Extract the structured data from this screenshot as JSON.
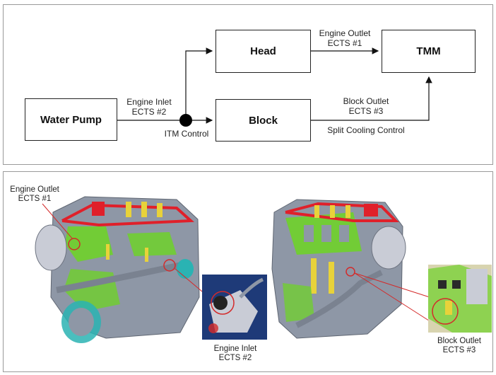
{
  "flow": {
    "nodes": {
      "water_pump": "Water Pump",
      "head": "Head",
      "block": "Block",
      "tmm": "TMM"
    },
    "labels": {
      "engine_inlet": [
        "Engine Inlet",
        "ECTS #2"
      ],
      "itm_control": "ITM Control",
      "engine_outlet": [
        "Engine Outlet",
        "ECTS #1"
      ],
      "block_outlet": [
        "Block Outlet",
        "ECTS #3"
      ],
      "split_cooling": "Split Cooling Control"
    }
  },
  "photos": {
    "callouts": {
      "engine_outlet": [
        "Engine Outlet",
        "ECTS #1"
      ],
      "engine_inlet": [
        "Engine Inlet",
        "ECTS #2"
      ],
      "block_outlet": [
        "Block Outlet",
        "ECTS #3"
      ]
    },
    "colors": {
      "engine_gray": "#8e97a6",
      "engine_green": "#6fd12a",
      "engine_red": "#e0202a",
      "engine_yellow": "#e8d23a",
      "engine_teal": "#2ab3b3",
      "callout_red": "#d42a2a",
      "inset_blue": "#1e3a78"
    }
  }
}
